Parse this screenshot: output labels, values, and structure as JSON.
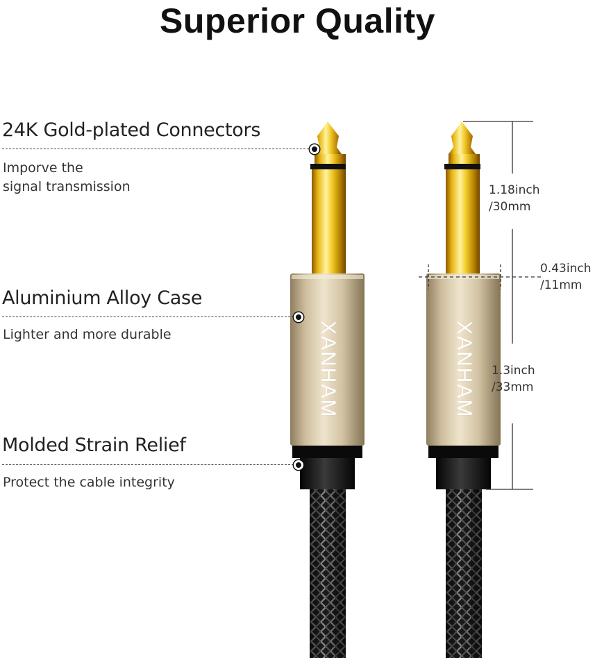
{
  "title": "Superior Quality",
  "brand": "XANHAM",
  "features": [
    {
      "heading": "24K Gold-plated Connectors",
      "desc_lines": [
        "Imporve the",
        "signal transmission"
      ]
    },
    {
      "heading": "Aluminium Alloy Case",
      "desc_lines": [
        "Lighter and more durable"
      ]
    },
    {
      "heading": "Molded Strain Relief",
      "desc_lines": [
        "Protect the cable integrity"
      ]
    }
  ],
  "dimensions": [
    {
      "line1": "1.18inch",
      "line2": "/30mm"
    },
    {
      "line1": "0.43inch",
      "line2": "/11mm"
    },
    {
      "line1": "1.3inch",
      "line2": "/33mm"
    }
  ],
  "colors": {
    "gold_light": "#fff3a0",
    "gold_mid": "#e8b612",
    "gold_dark": "#8a5a00",
    "case_light": "#e9dcc2",
    "case_dark": "#9c8a68",
    "black": "#111111",
    "cable_dark": "#1a1a1a",
    "cable_light": "#9a9a9a"
  }
}
